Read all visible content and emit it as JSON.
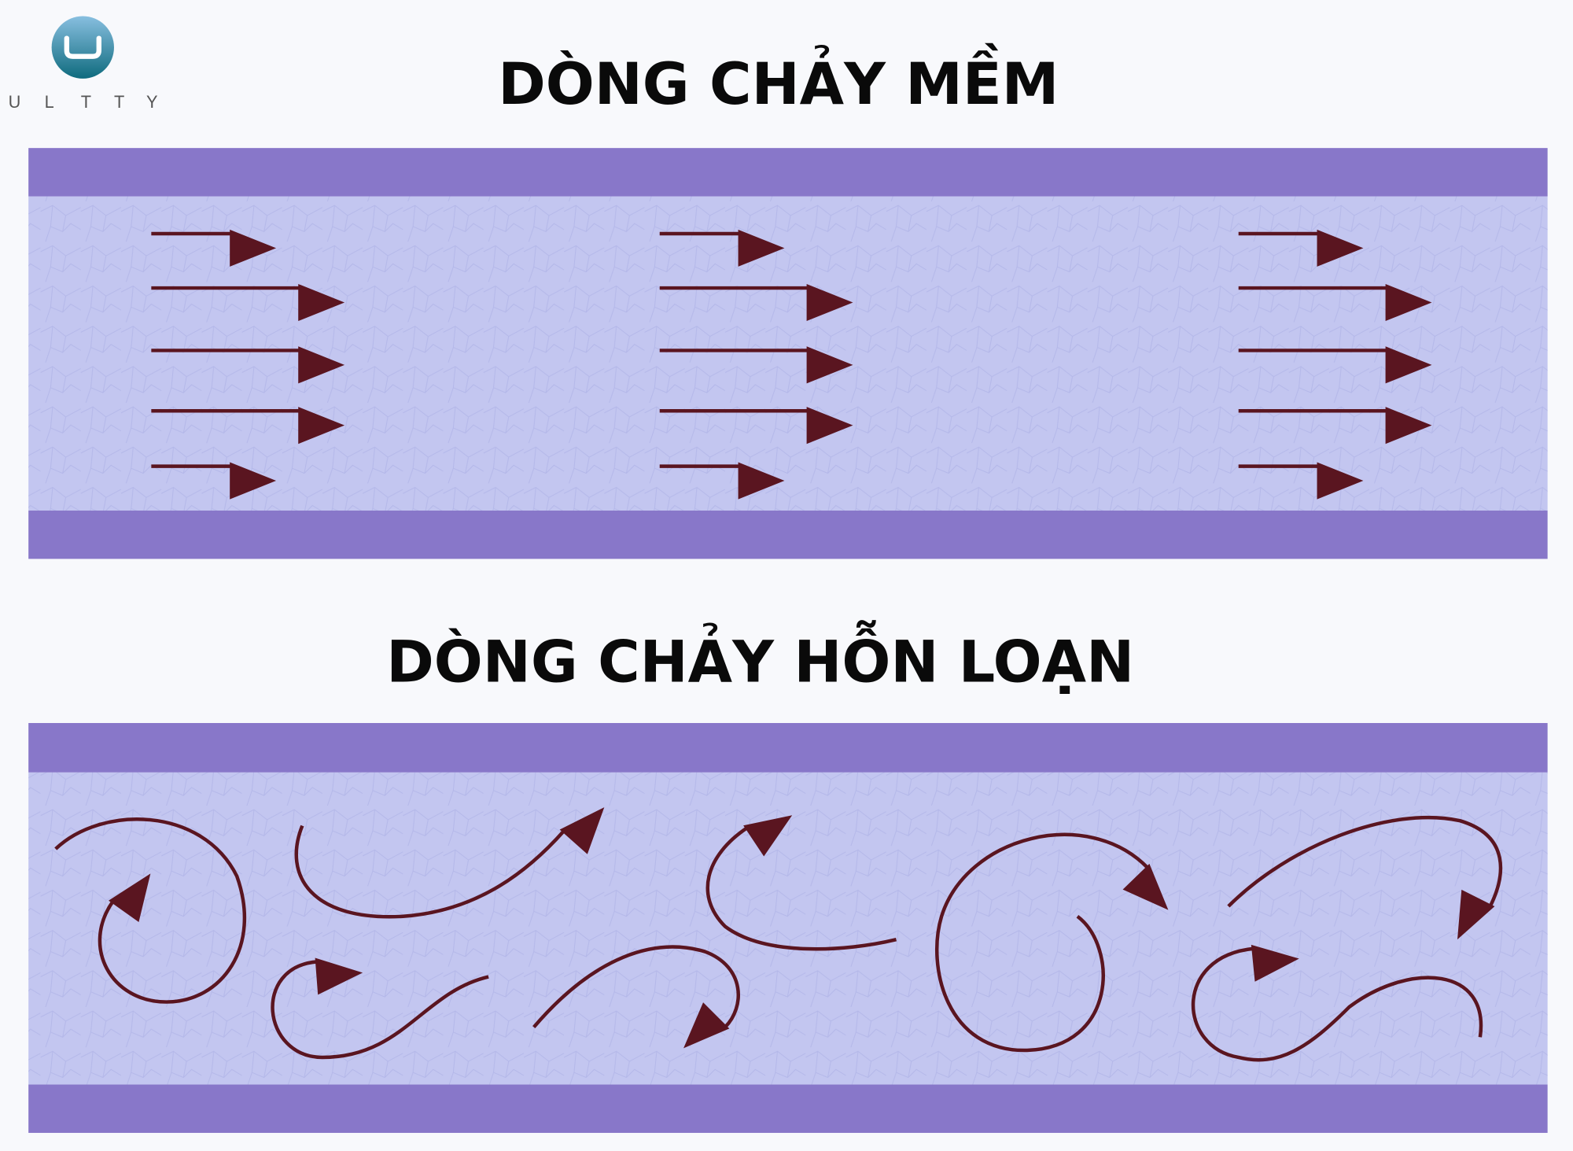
{
  "logo": {
    "letters": [
      "U",
      "L",
      "T",
      "T",
      "Y"
    ],
    "accent": "#2f8497"
  },
  "laminar": {
    "title": "DÒNG CHẢY MỀM"
  },
  "turbulent": {
    "title": "DÒNG CHẢY HỖN LOẠN"
  },
  "colors": {
    "pipe_wall": "#8877c9",
    "fluid": "#c3c6f0",
    "arrow": "#5a1520"
  }
}
